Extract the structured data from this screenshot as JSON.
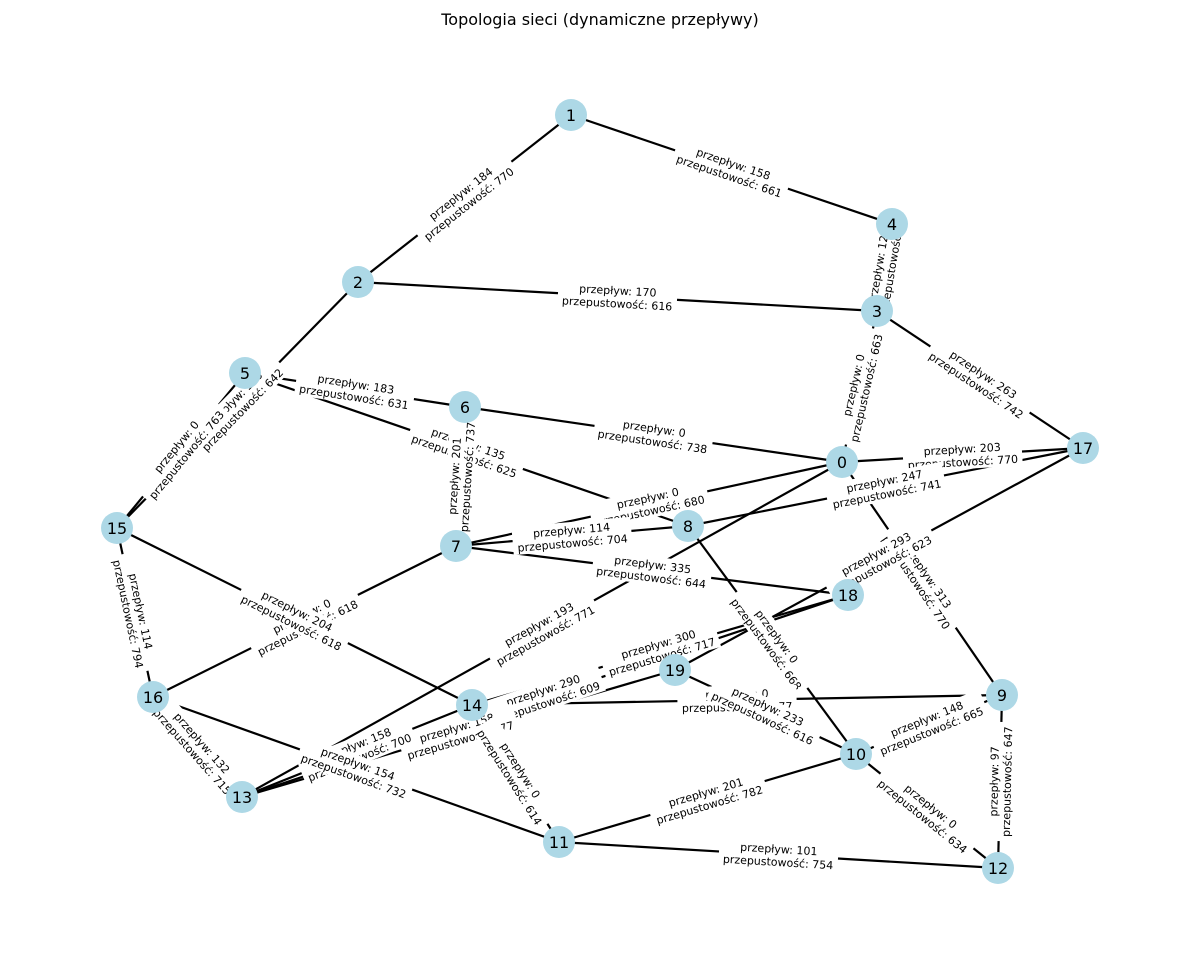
{
  "title": "Topologia sieci (dynamiczne przepływy)",
  "node_color": "#add8e6",
  "edge_color": "#000000",
  "flow_prefix": "przepływ: ",
  "capacity_prefix": "przepustowość: ",
  "nodes": [
    "0",
    "1",
    "2",
    "3",
    "4",
    "5",
    "6",
    "7",
    "8",
    "9",
    "10",
    "11",
    "12",
    "13",
    "14",
    "15",
    "16",
    "17",
    "18",
    "19"
  ],
  "edges": [
    {
      "source": "1",
      "target": "2",
      "flow": 184,
      "capacity": 770
    },
    {
      "source": "1",
      "target": "4",
      "flow": 158,
      "capacity": 661
    },
    {
      "source": "4",
      "target": "3",
      "flow": 129,
      "capacity": 0
    },
    {
      "source": "2",
      "target": "3",
      "flow": 170,
      "capacity": 616
    },
    {
      "source": "2",
      "target": "15",
      "flow": 146,
      "capacity": 642
    },
    {
      "source": "5",
      "target": "15",
      "flow": 0,
      "capacity": 763
    },
    {
      "source": "5",
      "target": "6",
      "flow": 183,
      "capacity": 631
    },
    {
      "source": "5",
      "target": "8",
      "flow": 135,
      "capacity": 625
    },
    {
      "source": "6",
      "target": "0",
      "flow": 0,
      "capacity": 738
    },
    {
      "source": "6",
      "target": "7",
      "flow": 201,
      "capacity": 737
    },
    {
      "source": "3",
      "target": "0",
      "flow": 0,
      "capacity": 663
    },
    {
      "source": "3",
      "target": "17",
      "flow": 263,
      "capacity": 742
    },
    {
      "source": "0",
      "target": "17",
      "flow": 203,
      "capacity": 770
    },
    {
      "source": "0",
      "target": "7",
      "flow": 0,
      "capacity": 680
    },
    {
      "source": "0",
      "target": "13",
      "flow": 193,
      "capacity": 771
    },
    {
      "source": "0",
      "target": "9",
      "flow": 313,
      "capacity": 770
    },
    {
      "source": "8",
      "target": "17",
      "flow": 247,
      "capacity": 741
    },
    {
      "source": "7",
      "target": "8",
      "flow": 114,
      "capacity": 704
    },
    {
      "source": "7",
      "target": "18",
      "flow": 335,
      "capacity": 644
    },
    {
      "source": "7",
      "target": "16",
      "flow": 0,
      "capacity": 618
    },
    {
      "source": "17",
      "target": "19",
      "flow": 293,
      "capacity": 623
    },
    {
      "source": "8",
      "target": "10",
      "flow": 0,
      "capacity": 668
    },
    {
      "source": "15",
      "target": "14",
      "flow": 204,
      "capacity": 618
    },
    {
      "source": "15",
      "target": "16",
      "flow": 114,
      "capacity": 794
    },
    {
      "source": "14",
      "target": "18",
      "flow": 300,
      "capacity": 717
    },
    {
      "source": "13",
      "target": "18",
      "flow": 290,
      "capacity": 609
    },
    {
      "source": "14",
      "target": "9",
      "flow": 0,
      "capacity": 677
    },
    {
      "source": "19",
      "target": "10",
      "flow": 233,
      "capacity": 616
    },
    {
      "source": "19",
      "target": "13",
      "flow": 158,
      "capacity": 677
    },
    {
      "source": "14",
      "target": "13",
      "flow": 158,
      "capacity": 700
    },
    {
      "source": "14",
      "target": "11",
      "flow": 0,
      "capacity": 614
    },
    {
      "source": "16",
      "target": "13",
      "flow": 132,
      "capacity": 715
    },
    {
      "source": "16",
      "target": "11",
      "flow": 154,
      "capacity": 732
    },
    {
      "source": "9",
      "target": "10",
      "flow": 148,
      "capacity": 665
    },
    {
      "source": "9",
      "target": "12",
      "flow": 97,
      "capacity": 647
    },
    {
      "source": "10",
      "target": "11",
      "flow": 201,
      "capacity": 782
    },
    {
      "source": "10",
      "target": "12",
      "flow": 0,
      "capacity": 634
    },
    {
      "source": "11",
      "target": "12",
      "flow": 101,
      "capacity": 754
    }
  ]
}
